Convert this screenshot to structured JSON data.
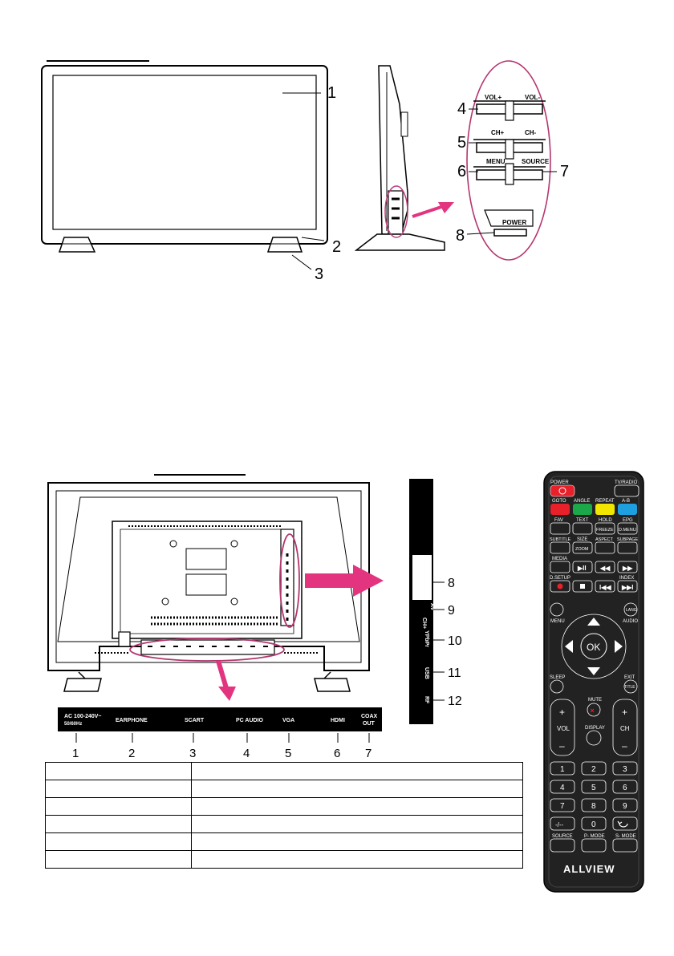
{
  "front_view": {
    "side_buttons": {
      "vol_plus": "VOL+",
      "vol_minus": "VOL-",
      "ch_plus": "CH+",
      "ch_minus": "CH-",
      "menu": "MENU",
      "source": "SOURCE",
      "power": "POWER"
    },
    "callouts": [
      "1",
      "2",
      "3",
      "4",
      "5",
      "6",
      "7",
      "8"
    ]
  },
  "rear_view": {
    "side_panel_labels": [
      "CH+",
      "AV",
      "YPbPr",
      "USB",
      "RF"
    ],
    "side_callouts": [
      "8",
      "9",
      "10",
      "11",
      "12"
    ],
    "bottom_ports": [
      {
        "label": "AC 100-240V~",
        "sub": "50/60Hz",
        "num": "1"
      },
      {
        "label": "EARPHONE",
        "sub": "",
        "num": "2"
      },
      {
        "label": "SCART",
        "sub": "",
        "num": "3"
      },
      {
        "label": "PC AUDIO",
        "sub": "",
        "num": "4"
      },
      {
        "label": "VGA",
        "sub": "",
        "num": "5"
      },
      {
        "label": "HDMI",
        "sub": "",
        "num": "6"
      },
      {
        "label": "COAX",
        "sub": "OUT",
        "num": "7"
      }
    ]
  },
  "table": {
    "rows": [
      [
        "",
        ""
      ],
      [
        "",
        ""
      ],
      [
        "",
        ""
      ],
      [
        "",
        ""
      ],
      [
        "",
        ""
      ],
      [
        "",
        ""
      ]
    ]
  },
  "remote": {
    "brand": "ALLVIEW",
    "labels": {
      "power": "POWER",
      "tv_radio": "TV/RADIO",
      "goto": "GOTO",
      "angle": "ANGLE",
      "repeat": "REPEAT",
      "ab": "A-B",
      "fav": "FAV",
      "text": "TEXT",
      "hold": "HOLD",
      "epg": "EPG",
      "freeze": "FREEZE",
      "dmenu": "D.MENU",
      "subtitle": "SUBTITLE",
      "size": "SIZE",
      "aspect": "ASPECT",
      "subpage": "SUBPAGE",
      "zoom": "ZOOM",
      "media": "MEDIA",
      "dsetup": "D.SETUP",
      "index": "INDEX",
      "menu": "MENU",
      "lang": "LANG",
      "audio": "AUDIO",
      "ok": "OK",
      "sleep": "SLEEP",
      "exit": "EXIT",
      "title": "TITLE",
      "mute": "MUTE",
      "display": "DISPLAY",
      "vol": "VOL",
      "ch": "CH",
      "plus": "+",
      "minus": "–",
      "dash": "-/--",
      "source": "SOURCE",
      "pmode": "P- MODE",
      "smode": "S- MODE"
    },
    "digits": [
      "1",
      "2",
      "3",
      "4",
      "5",
      "6",
      "7",
      "8",
      "9",
      "0"
    ],
    "colors": {
      "red": "#e8202a",
      "green": "#1aa84a",
      "yellow": "#f2e600",
      "blue": "#1e9fe0",
      "body": "#222222"
    }
  }
}
